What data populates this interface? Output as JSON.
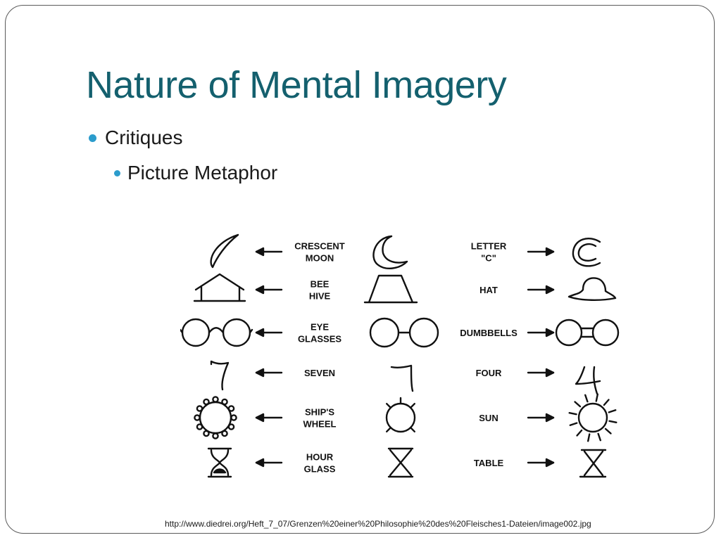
{
  "slide": {
    "title": "Nature of Mental Imagery",
    "bullet_level1": "Critiques",
    "bullet_level2": "Picture Metaphor",
    "source_url": "http://www.diedrei.org/Heft_7_07/Grenzen%20einer%20Philosophie%20des%20Fleisches1-Dateien/image002.jpg"
  },
  "figure": {
    "rows": [
      {
        "left_label": [
          "CRESCENT",
          "MOON"
        ],
        "right_label": [
          "LETTER",
          "\"C\""
        ]
      },
      {
        "left_label": [
          "BEE",
          "HIVE"
        ],
        "right_label": [
          "HAT"
        ]
      },
      {
        "left_label": [
          "EYE",
          "GLASSES"
        ],
        "right_label": [
          "DUMBBELLS"
        ]
      },
      {
        "left_label": [
          "SEVEN"
        ],
        "right_label": [
          "FOUR"
        ]
      },
      {
        "left_label": [
          "SHIP'S",
          "WHEEL"
        ],
        "right_label": [
          "SUN"
        ]
      },
      {
        "left_label": [
          "HOUR",
          "GLASS"
        ],
        "right_label": [
          "TABLE"
        ]
      }
    ]
  },
  "colors": {
    "title": "#14606e",
    "bullet_dot": "#2b9ccc",
    "text": "#1a1a1a",
    "frame": "#5a5a5a"
  }
}
